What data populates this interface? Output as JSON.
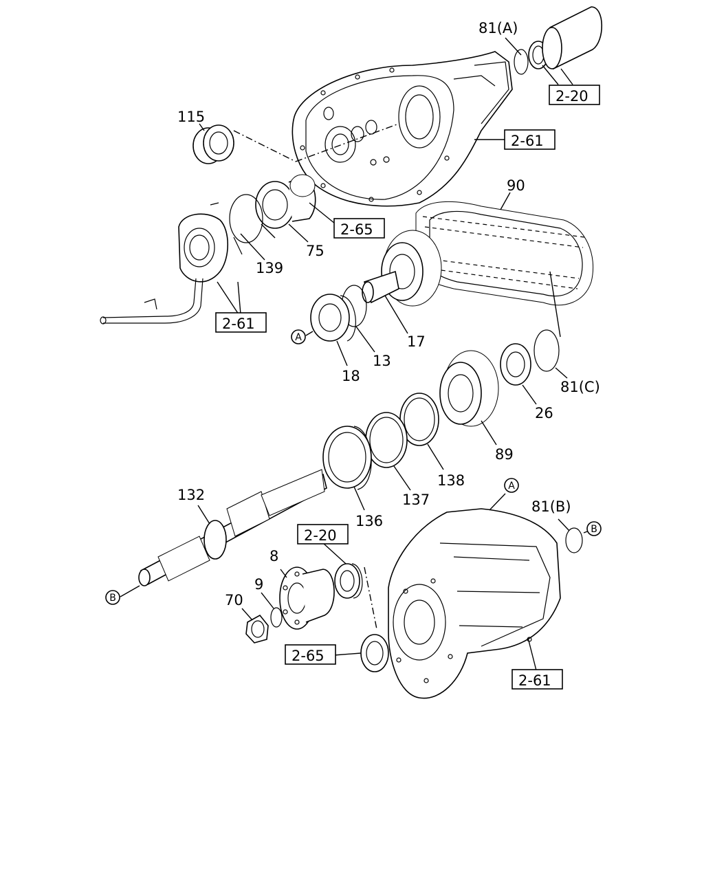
{
  "labels": {
    "p81a": "81(A)",
    "p115": "115",
    "p90": "90",
    "p75": "75",
    "p139": "139",
    "p17": "17",
    "p13": "13",
    "p18": "18",
    "p81c": "81(C)",
    "p26": "26",
    "p89": "89",
    "p138": "138",
    "p137": "137",
    "p136": "136",
    "p132": "132",
    "p81b": "81(B)",
    "p8": "8",
    "p9": "9",
    "p70": "70"
  },
  "refs": {
    "r1": "2-20",
    "r2": "2-61",
    "r3": "2-65",
    "r4": "2-61",
    "r5": "2-20",
    "r6": "2-65",
    "r7": "2-61"
  },
  "circles": {
    "a1": "A",
    "a2": "A",
    "b1": "B",
    "b2": "B"
  }
}
